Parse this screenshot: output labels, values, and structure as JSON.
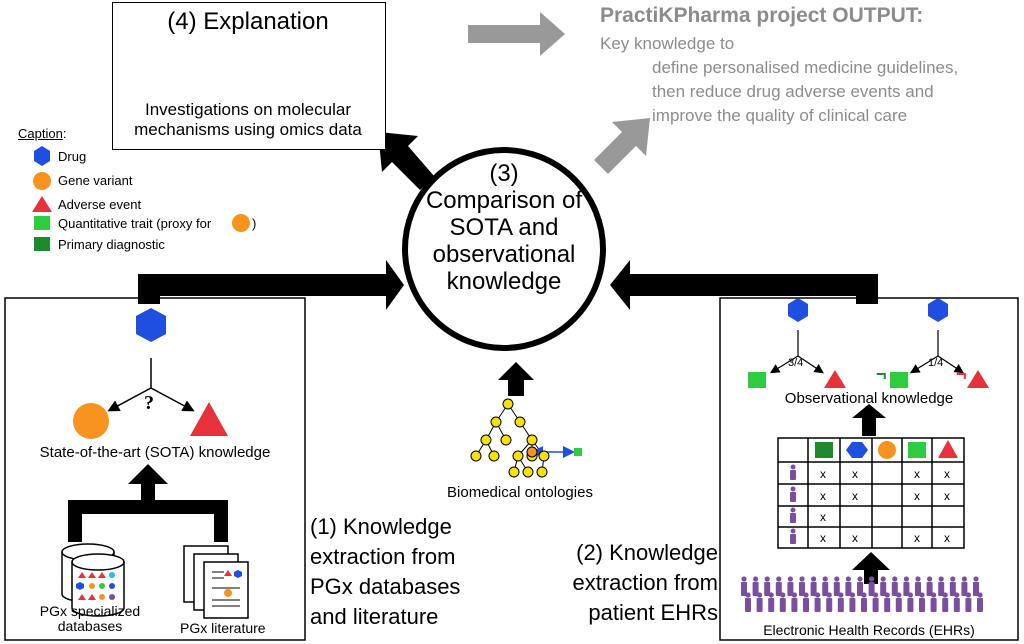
{
  "explanation": {
    "title": "(4) Explanation",
    "subtitle_line1": "Investigations on molecular",
    "subtitle_line2": "mechanisms using omics data"
  },
  "output": {
    "title": "PractiKPharma project OUTPUT:",
    "line1": "Key knowledge to",
    "line2": "define personalised medicine guidelines,",
    "line3": "then reduce drug adverse events and",
    "line4": "improve the quality of clinical care"
  },
  "caption": {
    "title": "Caption",
    "colon": ":",
    "items": [
      {
        "label": "Drug"
      },
      {
        "label": "Gene variant"
      },
      {
        "label": "Adverse event"
      },
      {
        "label": "Quantitative trait (proxy for",
        "suffix": ")"
      },
      {
        "label": "Primary diagnostic"
      }
    ]
  },
  "center": {
    "number": "(3)",
    "line1": "Comparison of",
    "line2": "SOTA and",
    "line3": "observational",
    "line4": "knowledge"
  },
  "ontologies": {
    "label": "Biomedical ontologies"
  },
  "sota": {
    "question": "?",
    "label": "State-of-the-art (SOTA) knowledge",
    "db_label_line1": "PGx specialized",
    "db_label_line2": "databases",
    "lit_label": "PGx literature"
  },
  "step1": {
    "line1": "(1) Knowledge",
    "line2": "extraction from",
    "line3": "PGx databases",
    "line4": "and literature"
  },
  "step2": {
    "line1": "(2) Knowledge",
    "line2": "extraction from",
    "line3": "patient EHRs"
  },
  "ehr": {
    "frac_left": "3/4",
    "frac_right": "1/4",
    "neg_symbol": "¬",
    "obs_label": "Observational knowledge",
    "ehr_label": "Electronic Health Records (EHRs)",
    "mark": "x"
  },
  "colors": {
    "drug": "#1e4fe0",
    "gene_variant": "#f7931e",
    "adverse": "#e8323b",
    "quant_trait": "#2ecc40",
    "primary_diag": "#1e8a2e",
    "patient": "#7b4fa0",
    "gray_text": "#8c8c8c",
    "gray_arrow": "#999999",
    "ontology_node": "#f4e300"
  }
}
